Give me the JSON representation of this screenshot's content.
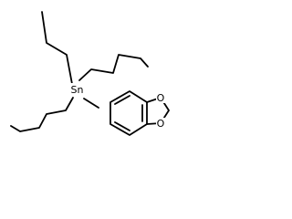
{
  "molecule": {
    "atoms": {
      "tin": "Sn",
      "oxygen_upper": "O",
      "oxygen_lower": "O"
    }
  }
}
